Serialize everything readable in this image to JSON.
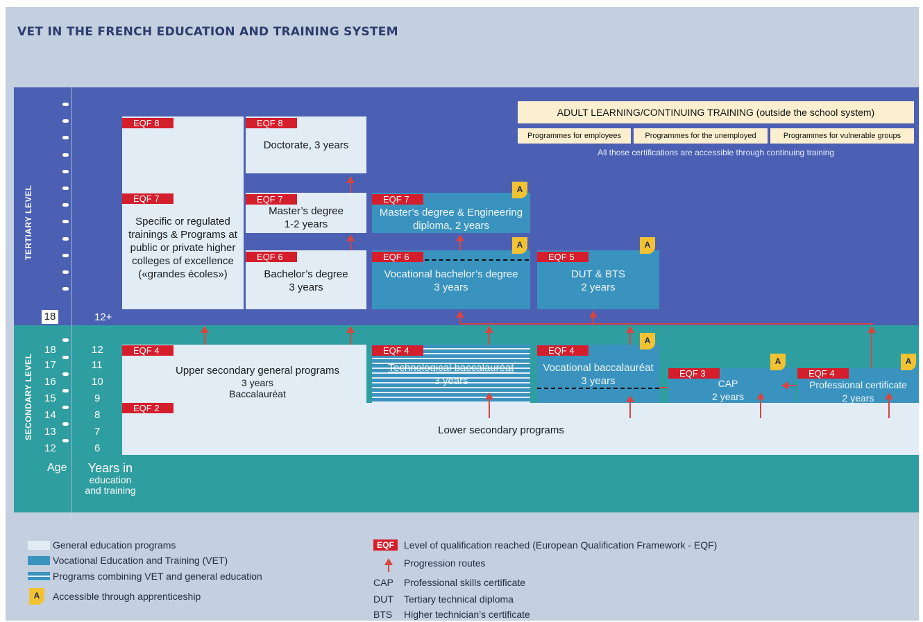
{
  "title": "VET IN THE FRENCH EDUCATION AND TRAINING SYSTEM",
  "colors": {
    "tertiary": "#4b5fb3",
    "secondary": "#2f9ea0",
    "general": "#e1ecf5",
    "vet": "#3a93bf",
    "eqf": "#d51e2c",
    "badge": "#f1c232",
    "arrow": "#d7463f"
  },
  "levels": {
    "tertiary": "TERTIARY LEVEL",
    "secondary": "SECONDARY LEVEL"
  },
  "ages": [
    "18",
    "18",
    "17",
    "16",
    "15",
    "14",
    "13",
    "12"
  ],
  "years": [
    "12+",
    "12",
    "11",
    "10",
    "9",
    "8",
    "7",
    "6"
  ],
  "age_label": "Age",
  "years_label": [
    "Years in",
    "education",
    "and training"
  ],
  "adult": {
    "title": "ADULT LEARNING/CONTINUING TRAINING (outside the school system)",
    "programmes": [
      "Programmes for employees",
      "Programmes for the unemployed",
      "Programmes for vulnerable groups"
    ],
    "note": "All those certifications are accessible through continuing training"
  },
  "eqf_labels": {
    "e8a": "EQF 8",
    "e8b": "EQF 8",
    "e7a": "EQF 7",
    "e7b": "EQF 7",
    "e7c": "EQF 7",
    "e6a": "EQF 6",
    "e6b": "EQF 6",
    "e5": "EQF 5",
    "e4a": "EQF 4",
    "e4b": "EQF 4",
    "e4c": "EQF 4",
    "e4d": "EQF 4",
    "e3": "EQF 3",
    "e2": "EQF 2"
  },
  "boxes": {
    "grandes": [
      "Specific or regulated",
      "trainings & Programs at",
      "public or private higher",
      "colleges of excellence",
      "(«grandes écoles»)"
    ],
    "doctorate": "Doctorate, 3 years",
    "master": [
      "Master’s degree",
      "1-2 years"
    ],
    "bachelor": [
      "Bachelor’s degree",
      "3 years"
    ],
    "master_eng": [
      "Master’s degree & Engineering",
      "diploma, 2 years"
    ],
    "voc_bachelor": [
      "Vocational bachelor’s degree",
      "3 years"
    ],
    "dut_bts": [
      "DUT & BTS",
      "2 years"
    ],
    "upper_sec": [
      "Upper secondary general programs",
      "3 years",
      "Baccalauréat"
    ],
    "tech_bac": [
      "Technological baccalauréat",
      "3 years"
    ],
    "voc_bac": [
      "Vocational baccalauréat",
      "3 years"
    ],
    "cap": [
      "CAP",
      "2 years"
    ],
    "prof_cert": [
      "Professional certificate",
      "2 years"
    ],
    "lower_sec": "Lower secondary programs"
  },
  "badge_letter": "A",
  "legend": {
    "left": [
      "General education programs",
      "Vocational Education and Training (VET)",
      "Programs combining VET and general education",
      "Accessible through apprenticeship"
    ],
    "eqf_tag": "EQF",
    "eqf_desc": "Level of qualification reached (European Qualification Framework - EQF)",
    "progression": "Progression routes",
    "abbr": [
      {
        "code": "CAP",
        "desc": "Professional skills certificate"
      },
      {
        "code": "DUT",
        "desc": "Tertiary technical diploma"
      },
      {
        "code": "BTS",
        "desc": "Higher technician’s certificate"
      }
    ]
  }
}
